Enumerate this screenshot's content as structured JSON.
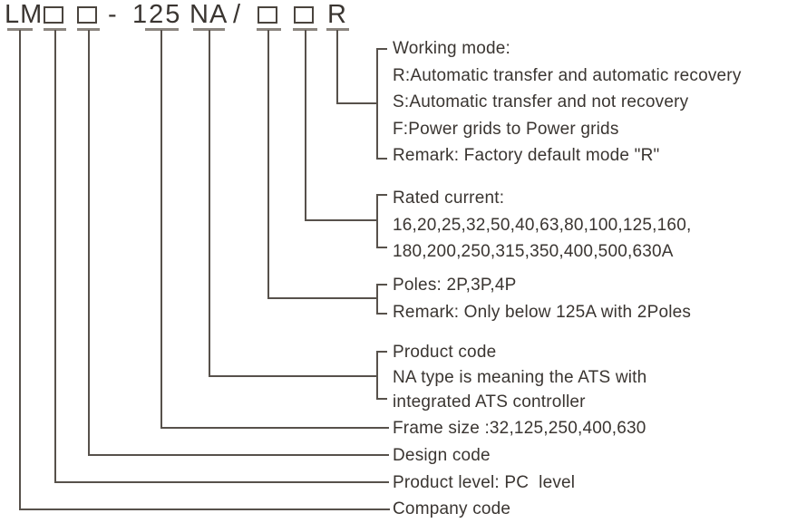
{
  "colors": {
    "text": "#3a3531",
    "connector_line": "#57514b",
    "connector_cap": "#8b857f",
    "background": "#ffffff"
  },
  "model": {
    "company_code": "LM",
    "dash": "-",
    "frame_size": "125",
    "product_code": "NA",
    "separator": "/",
    "working_mode": "R"
  },
  "labels": {
    "working_mode": {
      "lines": [
        "Working mode:",
        "R:Automatic transfer and automatic recovery",
        "S:Automatic transfer and not recovery",
        "F:Power grids to Power grids",
        "Remark: Factory default mode \"R\""
      ]
    },
    "rated_current": {
      "lines": [
        "Rated current:",
        "16,20,25,32,50,40,63,80,100,125,160,",
        "180,200,250,315,350,400,500,630A"
      ]
    },
    "poles": {
      "lines": [
        "Poles: 2P,3P,4P",
        "Remark: Only below 125A with 2Poles"
      ]
    },
    "product_code": {
      "lines": [
        "Product code",
        "NA type is meaning the ATS with",
        "integrated ATS controller"
      ]
    },
    "frame_size": {
      "lines": [
        "Frame size :32,125,250,400,630"
      ]
    },
    "design_code": {
      "lines": [
        "Design code"
      ]
    },
    "product_level": {
      "lines": [
        "Product level: PC  level"
      ]
    },
    "company_code": {
      "lines": [
        "Company code"
      ]
    }
  }
}
